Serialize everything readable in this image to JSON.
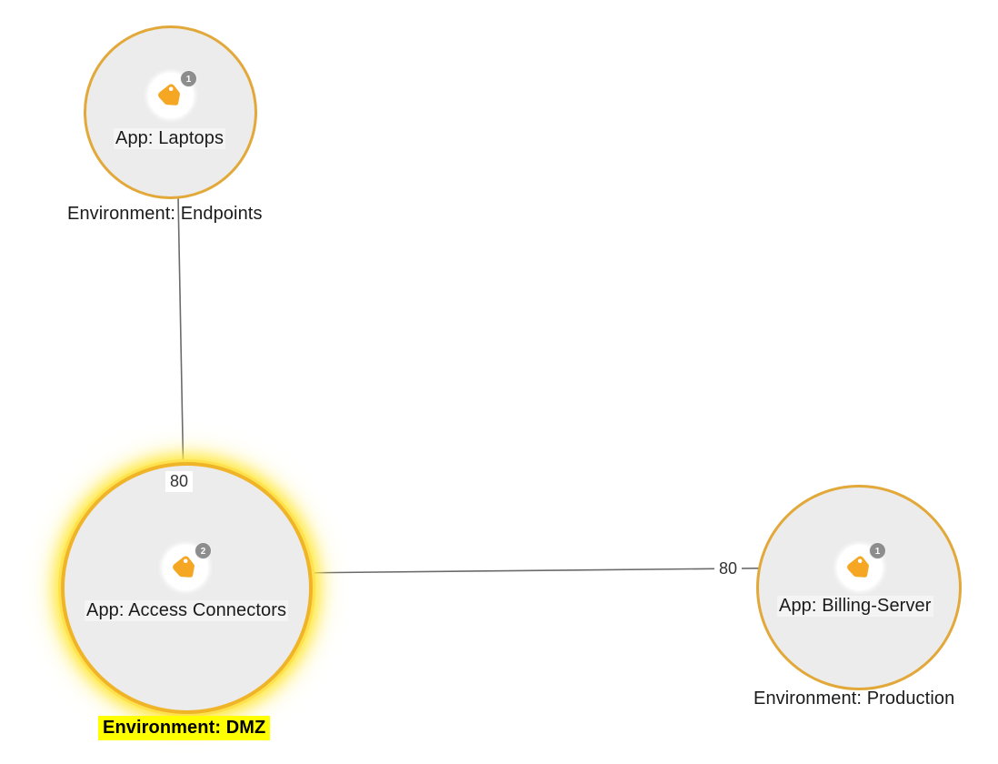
{
  "diagram": {
    "type": "network-topology",
    "background_color": "#ffffff",
    "accent_color": "#e2a93a",
    "selected_color": "#f0b429",
    "highlight_color": "#ffff00",
    "group_fill_color": "#ececec",
    "tag_color": "#f5a623",
    "badge_color": "#8d8d8d",
    "edge_color": "#6b6b6b"
  },
  "groups": [
    {
      "id": "endpoints",
      "caption": "Environment: Endpoints",
      "selected": false,
      "app": {
        "caption": "App: Laptops",
        "badge_count": "1",
        "icon": "tag-icon"
      }
    },
    {
      "id": "dmz",
      "caption": "Environment: DMZ",
      "selected": true,
      "app": {
        "caption": "App: Access Connectors",
        "badge_count": "2",
        "icon": "tag-icon"
      }
    },
    {
      "id": "production",
      "caption": "Environment: Production",
      "selected": false,
      "app": {
        "caption": "App: Billing-Server",
        "badge_count": "1",
        "icon": "tag-icon"
      }
    }
  ],
  "edges": [
    {
      "id": "laptops-to-connectors",
      "source": "App: Laptops",
      "target": "App: Access Connectors",
      "label": "80",
      "direction": "down"
    },
    {
      "id": "connectors-to-billing",
      "source": "App: Access Connectors",
      "target": "App: Billing-Server",
      "label": "80",
      "direction": "right"
    }
  ]
}
